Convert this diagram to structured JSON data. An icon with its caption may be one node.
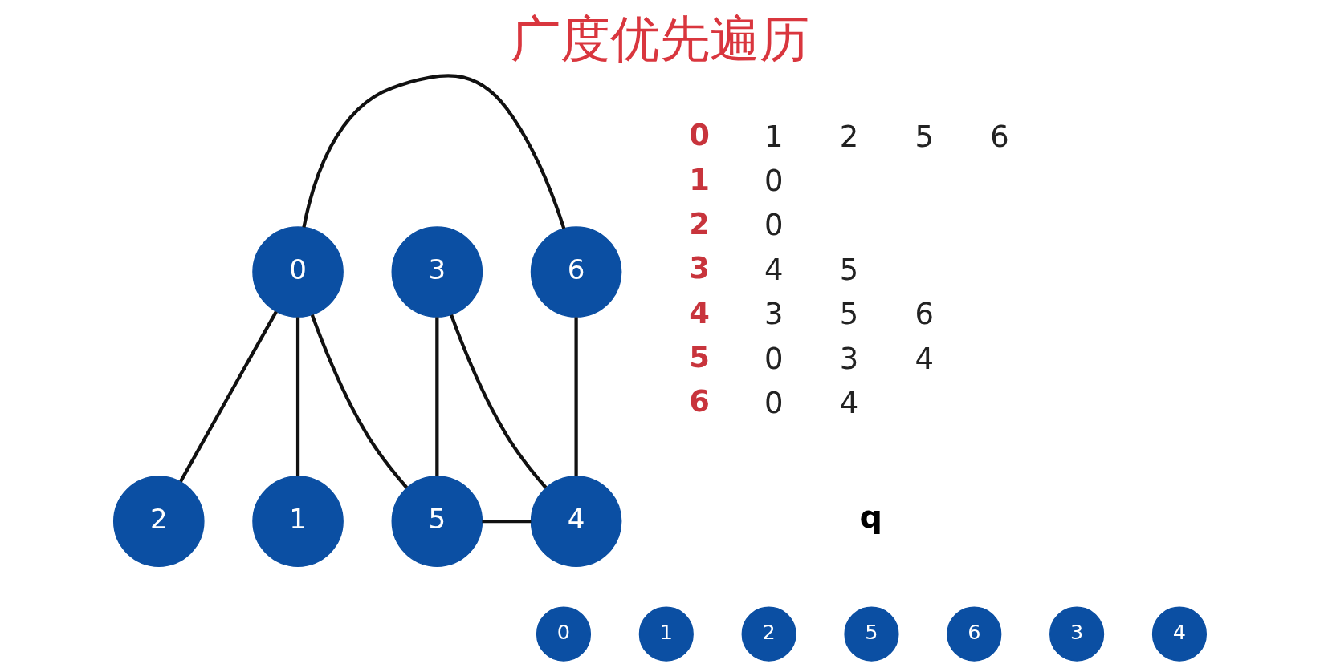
{
  "diagram": {
    "title": "广度优先遍历",
    "nodes": [
      {
        "text": [
          "0"
        ]
      },
      {
        "text": [
          "6"
        ]
      },
      {
        "text": [
          "2"
        ]
      },
      {
        "text": [
          "1"
        ]
      },
      {
        "text": [
          "3"
        ]
      },
      {
        "text": [
          "5"
        ]
      },
      {
        "text": [
          "4"
        ]
      },
      {
        "text": [
          "0"
        ]
      },
      {
        "text": [
          "1"
        ]
      },
      {
        "text": [
          "2"
        ]
      },
      {
        "text": [
          "5"
        ]
      },
      {
        "text": [
          "6"
        ]
      },
      {
        "text": [
          "3"
        ]
      },
      {
        "text": [
          "4"
        ]
      }
    ],
    "edges": [
      {
        "from": 0,
        "to": 1,
        "arrow": "none"
      },
      {
        "from": 0,
        "to": 2,
        "arrow": "none"
      },
      {
        "from": 0,
        "to": 3,
        "arrow": "none"
      },
      {
        "from": 0,
        "to": 5,
        "arrow": "none"
      },
      {
        "from": 1,
        "to": 6,
        "arrow": "none"
      },
      {
        "from": 4,
        "to": 5,
        "arrow": "none"
      },
      {
        "from": 4,
        "to": 6,
        "arrow": "none"
      },
      {
        "from": 5,
        "to": 6,
        "arrow": "none"
      }
    ],
    "labels": [
      "0 1 2 5 6",
      "1 0",
      "2 0",
      "3 4 5",
      "4 3 5 6",
      "5 0 3 4",
      "6 0 4",
      "q"
    ]
  }
}
